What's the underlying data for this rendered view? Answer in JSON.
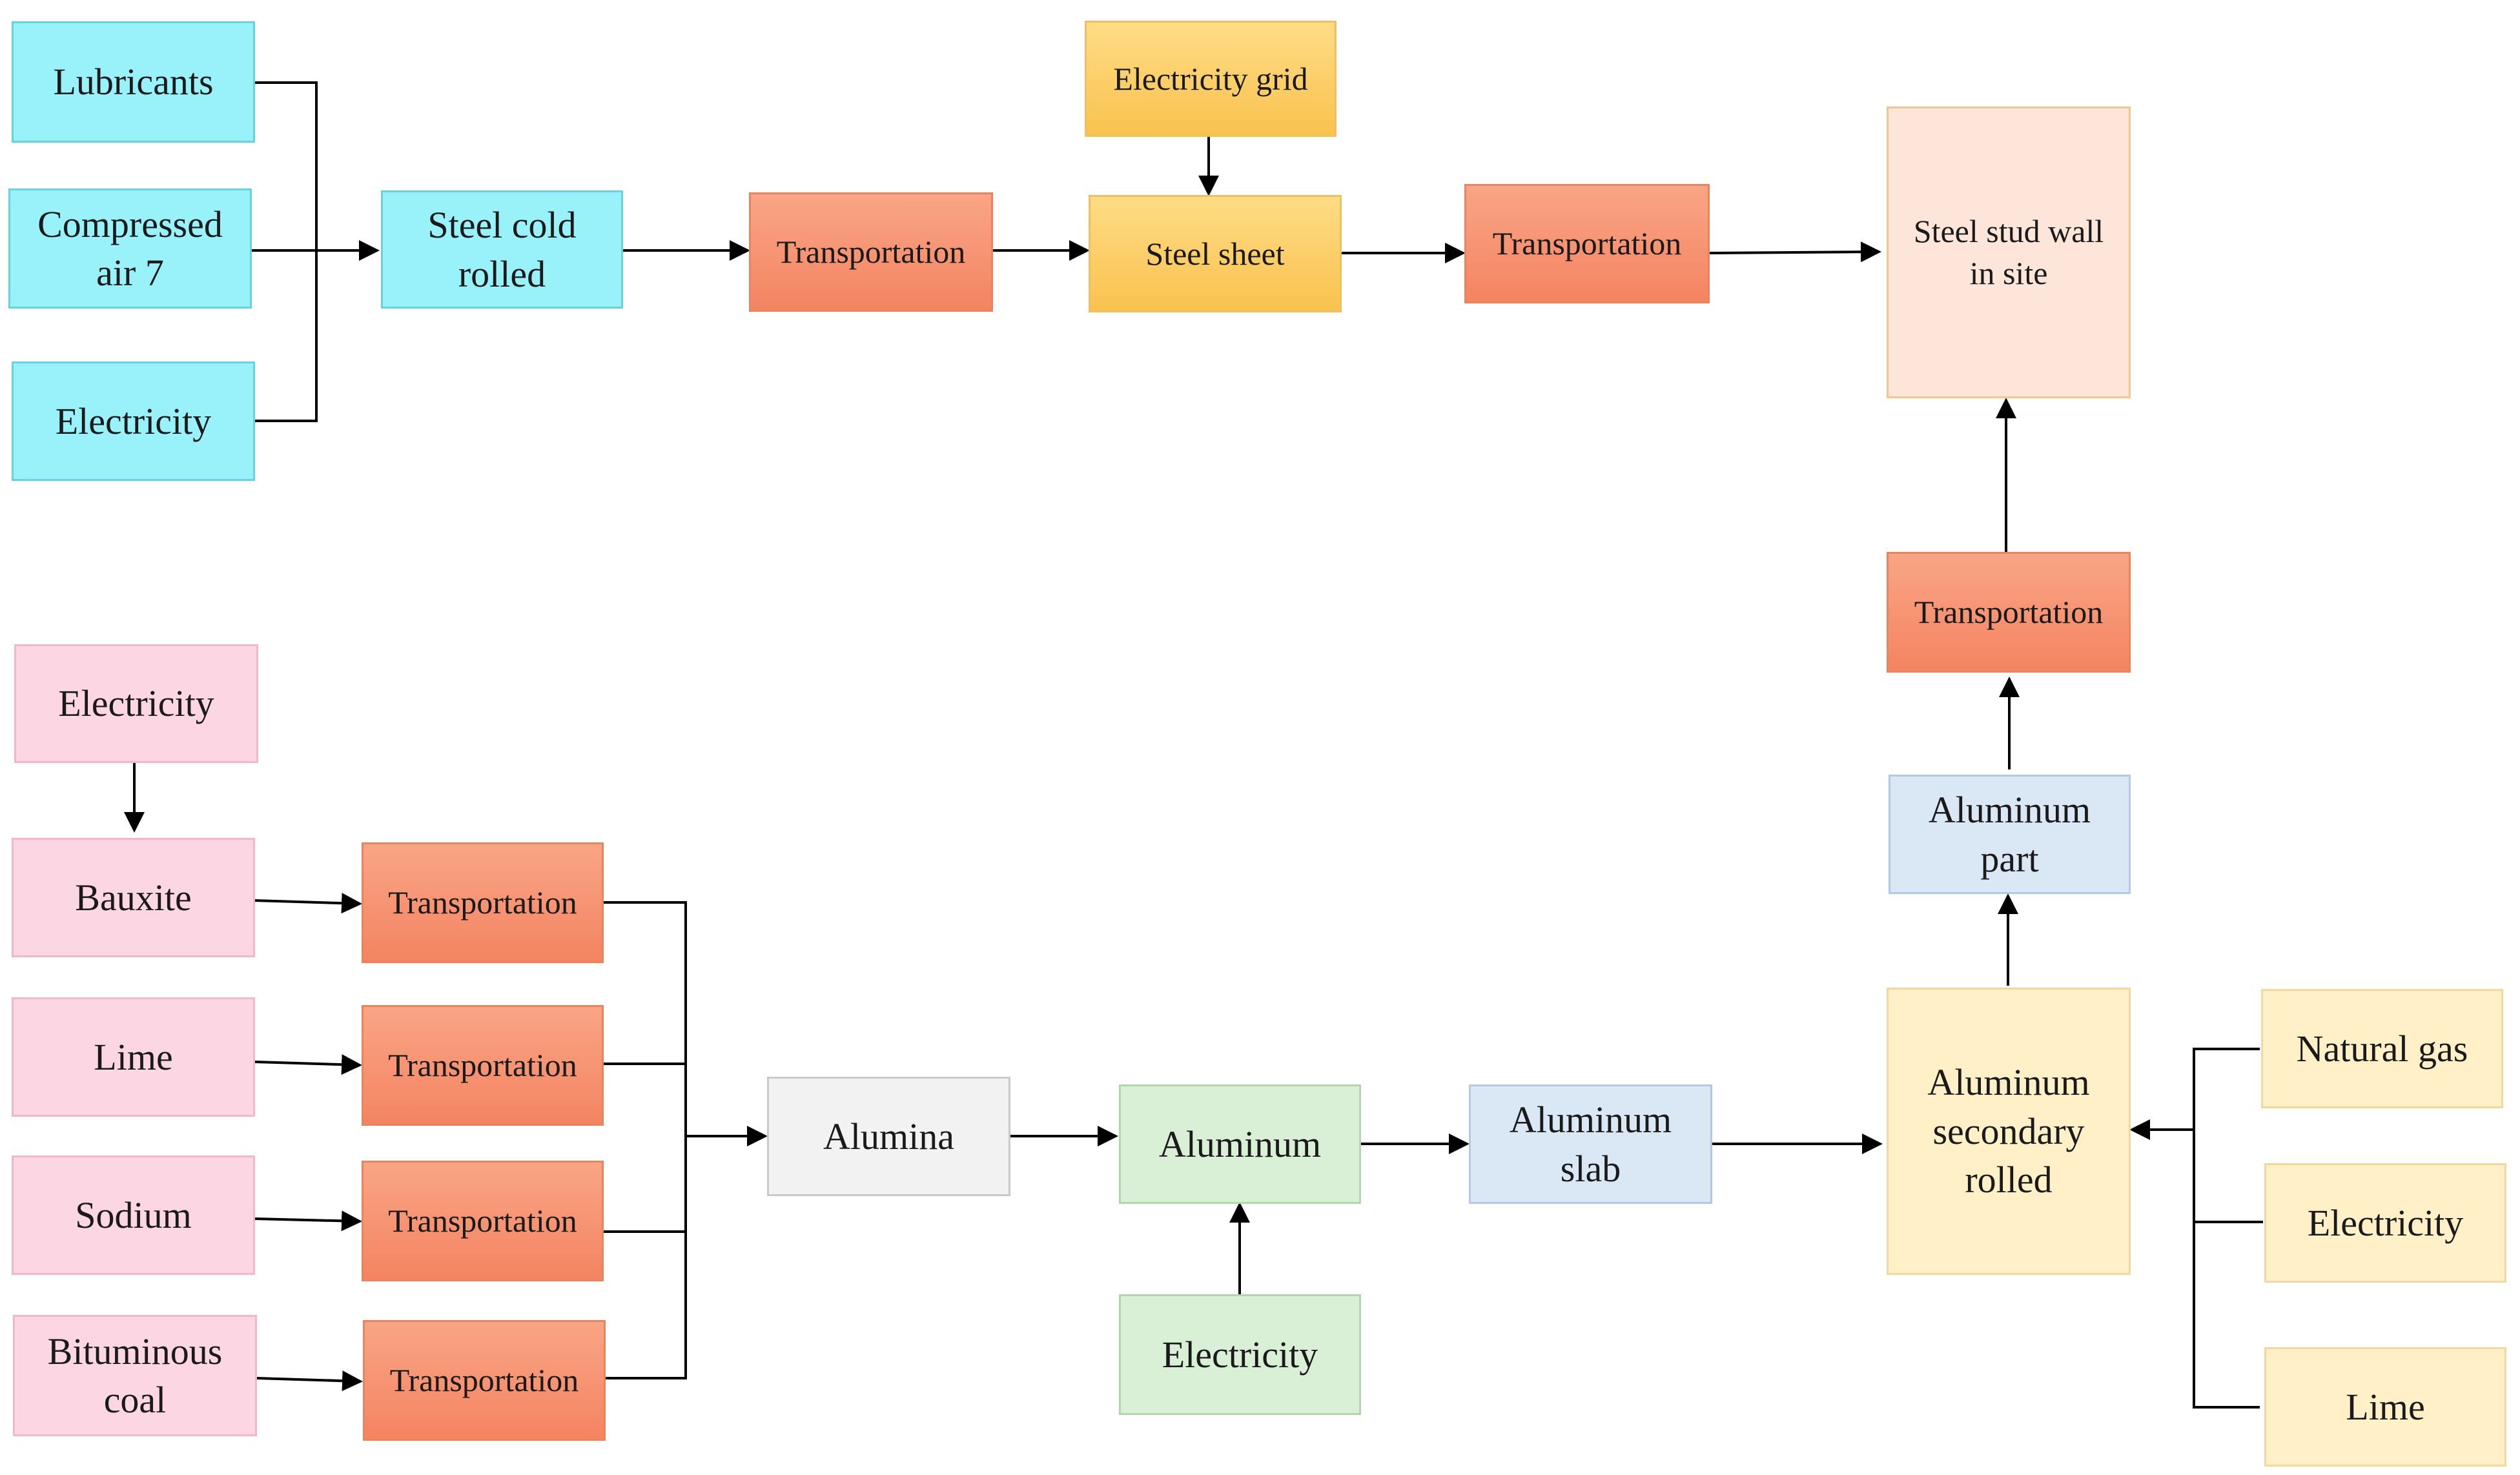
{
  "steel": {
    "lubricants": "Lubricants",
    "compressed_air": "Compressed\nair 7",
    "electricity": "Electricity",
    "steel_cold_rolled": "Steel cold\nrolled",
    "transport_1": "Transportation",
    "electricity_grid": "Electricity grid",
    "steel_sheet": "Steel sheet",
    "transport_2": "Transportation",
    "steel_stud_wall": "Steel stud wall\nin site"
  },
  "aluminum": {
    "electricity_top": "Electricity",
    "bauxite": "Bauxite",
    "lime": "Lime",
    "sodium": "Sodium",
    "bituminous_coal": "Bituminous\ncoal",
    "transport_bauxite": "Transportation",
    "transport_lime": "Transportation",
    "transport_sodium": "Transportation",
    "transport_coal": "Transportation",
    "alumina": "Alumina",
    "aluminum": "Aluminum",
    "electricity_smelt": "Electricity",
    "aluminum_slab": "Aluminum\nslab",
    "aluminum_secondary_rolled": "Aluminum\nsecondary\nrolled",
    "natural_gas": "Natural gas",
    "electricity_right": "Electricity",
    "lime_right": "Lime",
    "aluminum_part": "Aluminum\npart",
    "transport_part": "Transportation"
  }
}
